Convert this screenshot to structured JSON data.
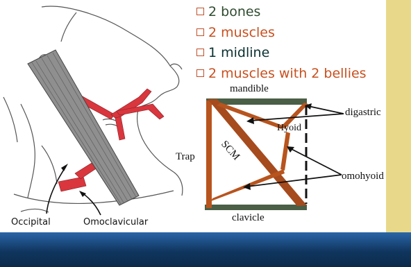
{
  "bullets": [
    {
      "text": "2 bones",
      "color": "#2f4b2f"
    },
    {
      "text": "2 muscles",
      "color": "#c7501f"
    },
    {
      "text": "1 midline",
      "color": "#0a2f2f"
    },
    {
      "text": "2 muscles with 2 bellies",
      "color": "#c7501f"
    }
  ],
  "diagram_labels": {
    "mandible": "mandible",
    "digastric": "digastric",
    "hyoid": "Hyoid",
    "scm": "SCM",
    "trap": "Trap",
    "omohyoid": "omohyoid",
    "clavicle": "clavicle"
  },
  "neck_labels": {
    "occipital": "Occipital",
    "omoclavicular": "Omoclavicular"
  },
  "colors": {
    "muscle_red": "#d9363e",
    "muscle_brown": "#b8541e",
    "bone_green": "#4a5f46",
    "accent_yellow": "#e8d98a",
    "bar_blue": "#153e6b"
  }
}
